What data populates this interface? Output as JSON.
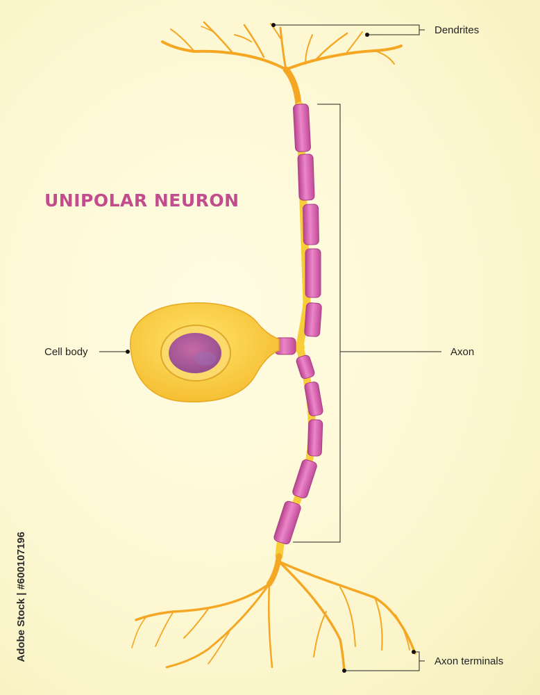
{
  "title": "UNIPOLAR NEURON",
  "labels": {
    "dendrites": "Dendrites",
    "cell_body": "Cell body",
    "axon": "Axon",
    "axon_terminals": "Axon terminals"
  },
  "watermark": "Adobe Stock | #600107196",
  "colors": {
    "background": "#fdf8d2",
    "title": "#c24c8e",
    "myelin": "#d860b4",
    "neuron": "#f8cd3a",
    "branch": "#f5a623",
    "nucleus": "#b0568f",
    "leader_line": "#222222"
  }
}
